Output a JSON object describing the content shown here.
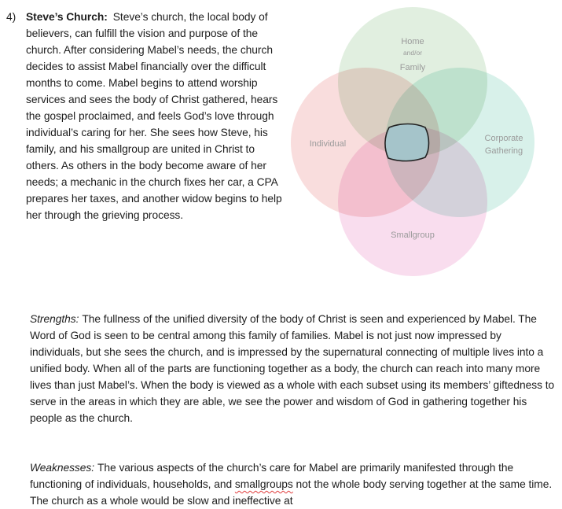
{
  "document": {
    "item": {
      "number": "4)",
      "heading": "Steve’s Church:",
      "body": "Steve’s church, the local body of believers, can fulfill the vision and purpose of the church. After considering Mabel’s needs, the church decides to assist Mabel financially over the difficult months to come. Mabel begins to attend worship services and sees the body of Christ gathered, hears the gospel proclaimed, and feels God’s love through individual’s caring for her. She sees how Steve, his family, and his smallgroup are united in Christ to others. As others in the body become aware of her needs; a mechanic in the church fixes her car, a CPA prepares her taxes, and another widow begins to help her through the grieving process."
    },
    "strengths": {
      "label": "Strengths:",
      "body": "The fullness of the unified diversity of the body of Christ is seen and experienced by Mabel. The Word of God is seen to be central among this family of families. Mabel is not just now impressed by individuals, but she sees the church, and is impressed by the supernatural connecting of multiple lives into a unified body. When all of the parts are functioning together as a body, the church can reach into many more lives than just Mabel’s. When the body is viewed as a whole with each subset using its members’ giftedness to serve in the areas in which they are able, we see the power and wisdom of God in gathering together his people as the church."
    },
    "weaknesses": {
      "label": "Weaknesses:",
      "body_before": "The various aspects of the church’s care for Mabel are primarily manifested through the functioning of individuals, households, and ",
      "flagged_word": "smallgroups",
      "body_after": " not the whole body serving together at the same time. The church as a whole would be slow and ineffective at"
    }
  },
  "venn": {
    "labels": {
      "home": "Home",
      "home_sub": "and/or",
      "home_family": "Family",
      "left": "Individual",
      "right1": "Corporate",
      "right2": "Gathering",
      "bottom": "Smallgroup"
    },
    "colors": {
      "top": "#e1efe0",
      "left": "#f9dddd",
      "right": "#d8f1ea",
      "bottom": "#f9ddee",
      "center_fill": "#a5c4ca",
      "center_stroke": "#222222",
      "label": "#9a9a9a",
      "spellcheck_underline": "#e03c3c"
    }
  }
}
